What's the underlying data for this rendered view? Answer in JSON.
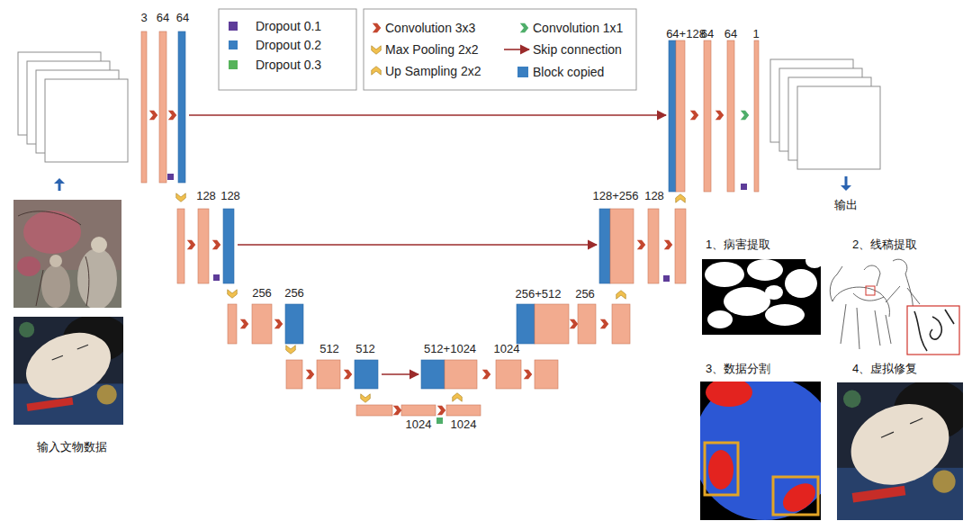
{
  "diagram": {
    "labels": [
      "3",
      "64",
      "64",
      "64+128",
      "64",
      "64",
      "1",
      "128",
      "128",
      "128+256",
      "128",
      "输出",
      "1、病害提取",
      "2、线稿提取",
      "256",
      "256",
      "256+512",
      "256",
      "512",
      "512",
      "512+1024",
      "1024",
      "3、数据分割",
      "4、虚拟修复",
      "1024",
      "1024",
      "输入文物数据"
    ],
    "legend": [
      {
        "text": "Dropout 0.1",
        "color": "#5e3c99"
      },
      {
        "text": "Dropout 0.2",
        "color": "#3a7fc1"
      },
      {
        "text": "Dropout 0.3",
        "color": "#56b35a"
      },
      {
        "text": "Convolution 3x3"
      },
      {
        "text": "Convolution 1x1"
      },
      {
        "text": "Max Pooling 2x2"
      },
      {
        "text": "Skip connection"
      },
      {
        "text": "Up Sampling 2x2"
      },
      {
        "text": "Block copied",
        "color": "#3a7fc1"
      }
    ]
  }
}
